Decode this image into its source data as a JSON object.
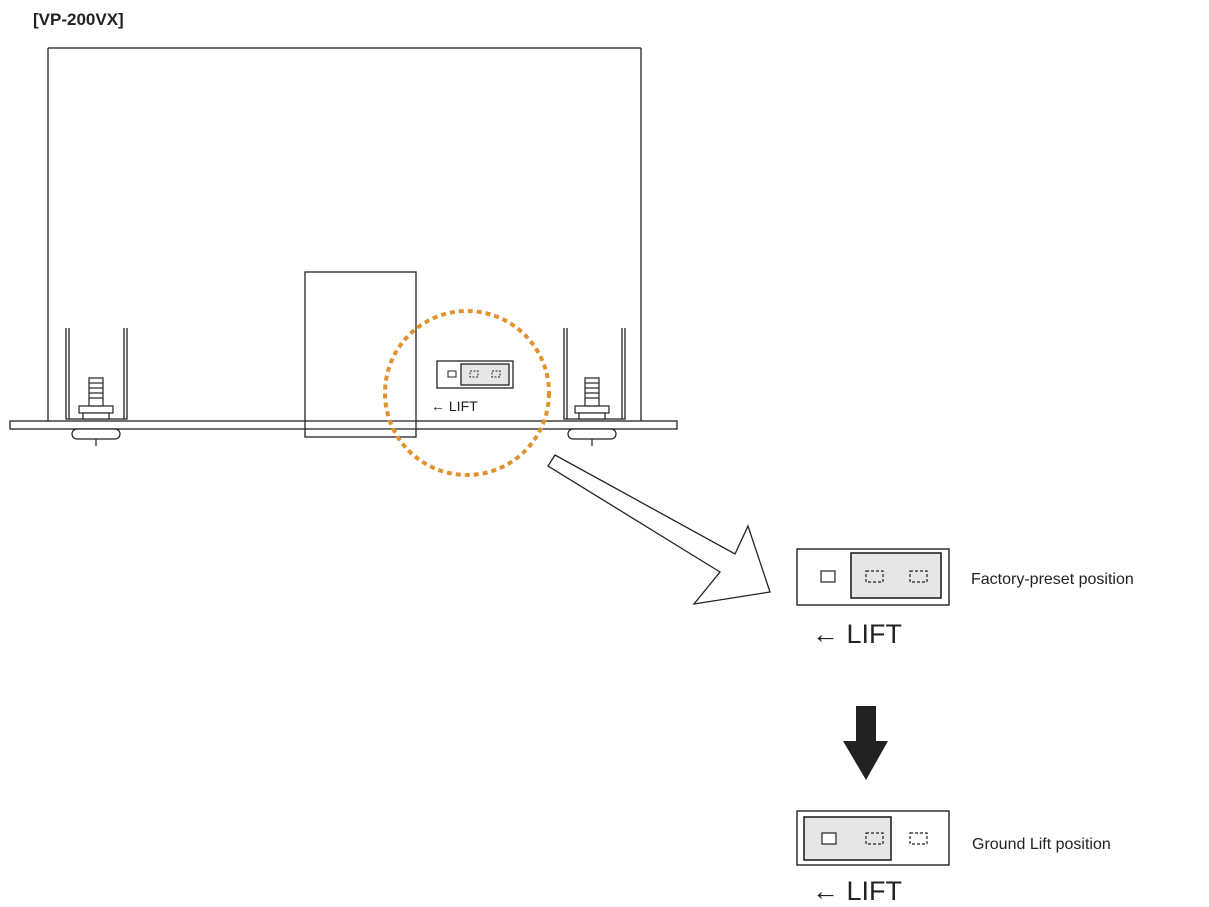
{
  "model_label": "[VP-200VX]",
  "board_jumper_label": "← LIFT",
  "factory_preset": {
    "lift_label": "← LIFT",
    "position_label": "Factory-preset position"
  },
  "ground_lift": {
    "lift_label": "← LIFT",
    "position_label": "Ground Lift position"
  },
  "colors": {
    "line": "#222222",
    "highlight_circle": "#E0922E",
    "jumper_fill": "#E6E6E6",
    "arrow_fill": "#222222"
  }
}
